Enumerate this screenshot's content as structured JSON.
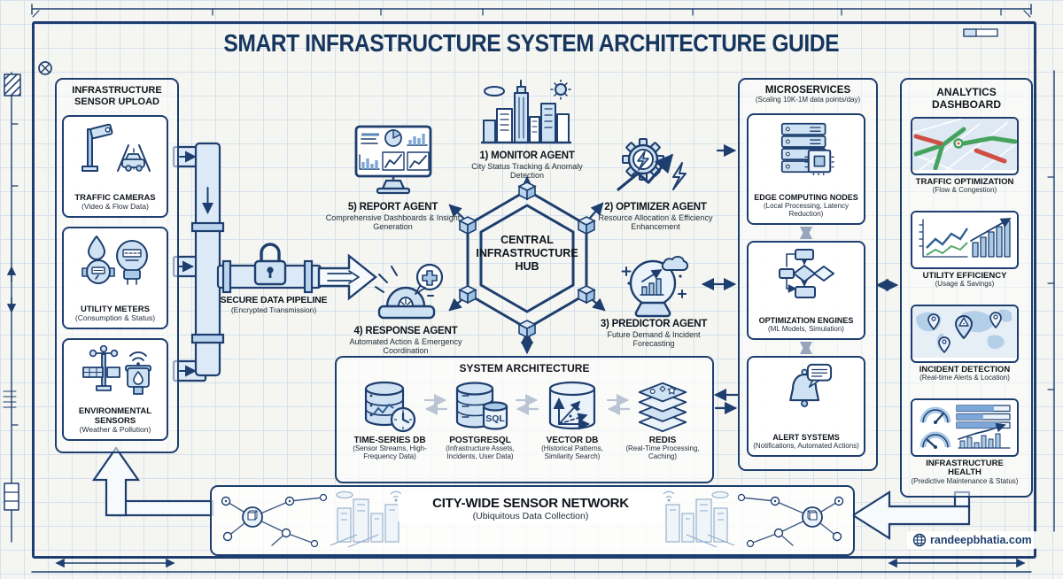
{
  "title": "SMART INFRASTRUCTURE SYSTEM ARCHITECTURE GUIDE",
  "sensor_upload": {
    "title": "INFRASTRUCTURE SENSOR UPLOAD",
    "items": [
      {
        "label": "TRAFFIC CAMERAS",
        "sub": "(Video & Flow Data)"
      },
      {
        "label": "UTILITY METERS",
        "sub": "(Consumption & Status)"
      },
      {
        "label": "ENVIRONMENTAL SENSORS",
        "sub": "(Weather & Pollution)"
      }
    ]
  },
  "pipeline": {
    "label": "SECURE DATA PIPELINE",
    "sub": "(Encrypted Transmission)"
  },
  "agents": [
    {
      "label": "1) MONITOR AGENT",
      "sub": "City Status Tracking & Anomaly Detection"
    },
    {
      "label": "2) OPTIMIZER AGENT",
      "sub": "Resource Allocation & Efficiency Enhancement"
    },
    {
      "label": "3) PREDICTOR AGENT",
      "sub": "Future Demand & Incident Forecasting"
    },
    {
      "label": "4) RESPONSE AGENT",
      "sub": "Automated Action & Emergency Coordination"
    },
    {
      "label": "5) REPORT AGENT",
      "sub": "Comprehensive Dashboards & Insight Generation"
    }
  ],
  "hub": {
    "label": "CENTRAL INFRASTRUCTURE HUB"
  },
  "system_architecture": {
    "title": "SYSTEM ARCHITECTURE",
    "items": [
      {
        "label": "TIME-SERIES DB",
        "sub": "(Sensor Streams, High-Frequency Data)"
      },
      {
        "label": "POSTGRESQL",
        "sub": "(Infrastructure Assets, Incidents, User Data)",
        "badge": "SQL"
      },
      {
        "label": "VECTOR DB",
        "sub": "(Historical Patterns, Similarity Search)"
      },
      {
        "label": "REDIS",
        "sub": "(Real-Time Processing, Caching)"
      }
    ]
  },
  "microservices": {
    "title": "MICROSERVICES",
    "sub": "(Scaling 10K-1M data points/day)",
    "items": [
      {
        "label": "EDGE COMPUTING NODES",
        "sub": "(Local Processing, Latency Reduction)"
      },
      {
        "label": "OPTIMIZATION ENGINES",
        "sub": "(ML Models, Simulation)"
      },
      {
        "label": "ALERT SYSTEMS",
        "sub": "(Notifications, Automated Actions)"
      }
    ]
  },
  "dashboard": {
    "title": "ANALYTICS DASHBOARD",
    "items": [
      {
        "label": "TRAFFIC OPTIMIZATION",
        "sub": "(Flow & Congestion)"
      },
      {
        "label": "UTILITY EFFICIENCY",
        "sub": "(Usage & Savings)"
      },
      {
        "label": "INCIDENT DETECTION",
        "sub": "(Real-time Alerts & Location)"
      },
      {
        "label": "INFRASTRUCTURE HEALTH",
        "sub": "(Predictive Maintenance & Status)"
      }
    ]
  },
  "network": {
    "label": "CITY-WIDE SENSOR NETWORK",
    "sub": "(Ubiquitous Data Collection)"
  },
  "watermark": {
    "label": "randeepbhatia.com"
  },
  "colors": {
    "ink": "#1d3e6e",
    "fill_light": "#cfe2f3",
    "fill_mid": "#a9c9e6",
    "paper": "#f5f6f2",
    "grid": "#d6e1ec",
    "road_green": "#46a35e",
    "road_red": "#cf4f44"
  }
}
